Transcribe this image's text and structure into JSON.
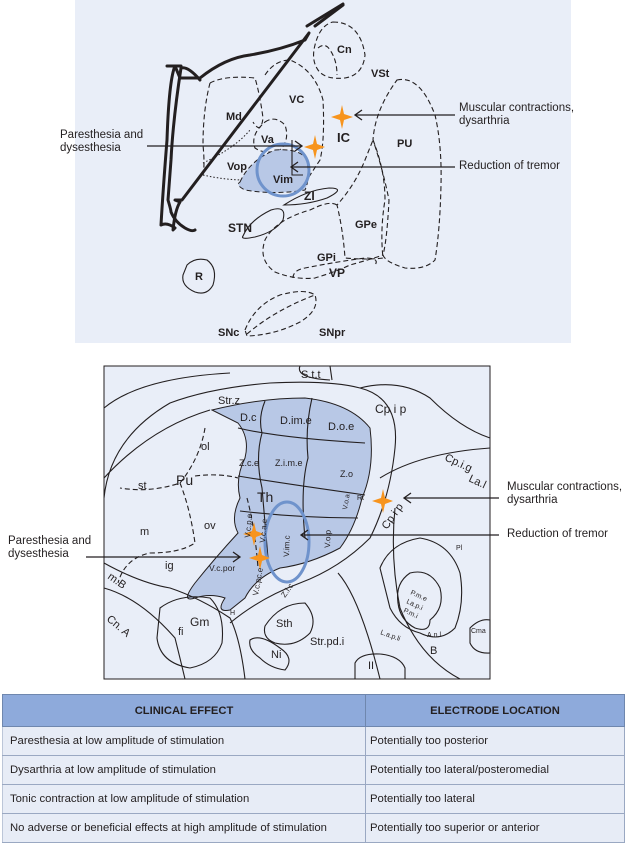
{
  "figure_top": {
    "structures": [
      "Cn",
      "VSt",
      "VC",
      "Md",
      "Va",
      "Vop",
      "Vim",
      "IC",
      "PU",
      "ZI",
      "STN",
      "GPe",
      "GPi",
      "VP",
      "R",
      "SNc",
      "SNpr"
    ],
    "annotations": {
      "paresthesia": "Paresthesia and\ndysesthesia",
      "paresthesia_line1": "Paresthesia and",
      "paresthesia_line2": "dysesthesia",
      "muscular_line1": "Muscular contractions,",
      "muscular_line2": "dysarthria",
      "tremor": "Reduction of tremor"
    }
  },
  "figure_bottom": {
    "structures": [
      "S.t.t",
      "Str.z",
      "Cp i p",
      "D.c",
      "D.im.e",
      "D.o.e",
      "ol",
      "Z.c.e",
      "Z.i.m.e",
      "Z.o",
      "Cp.i.g",
      "La.l",
      "st",
      "Pu",
      "Th",
      "V.o.a",
      "Rt",
      "V.c.p.e",
      "V.c.a.e",
      "V.im.c",
      "V.o.p",
      "Cp i p",
      "m",
      "ov",
      "Pl",
      "ig",
      "V.c.por",
      "V.c.pc.e",
      "Z.i.c",
      "P.m.e",
      "La.p.i",
      "P.m.i",
      "m.B",
      "H",
      "Gm",
      "Sth",
      "fi",
      "Cn. A",
      "Str.pd.i",
      "L.a.p.li",
      "A.n.l",
      "Cma",
      "Ni",
      "B",
      "II"
    ],
    "annotations": {
      "paresthesia_line1": "Paresthesia and",
      "paresthesia_line2": "dysesthesia",
      "muscular_line1": "Muscular contractions,",
      "muscular_line2": "dysarthria",
      "tremor": "Reduction of tremor"
    }
  },
  "colors": {
    "panel_bg": "#e9eef8",
    "region_fill": "#b8c8e6",
    "vim_ring": "#6f93cc",
    "star": "#f7941d",
    "table_header": "#8eaadb",
    "table_row": "#e7ecf6"
  },
  "table": {
    "headers": [
      "CLINICAL EFFECT",
      "ELECTRODE LOCATION"
    ],
    "rows": [
      [
        "Paresthesia at low amplitude of stimulation",
        "Potentially too posterior"
      ],
      [
        "Dysarthria at low amplitude of stimulation",
        "Potentially too lateral/posteromedial"
      ],
      [
        "Tonic contraction at low amplitude of stimulation",
        "Potentially too lateral"
      ],
      [
        "No adverse or beneficial effects at high amplitude of stimulation",
        "Potentially too superior or anterior"
      ]
    ]
  }
}
